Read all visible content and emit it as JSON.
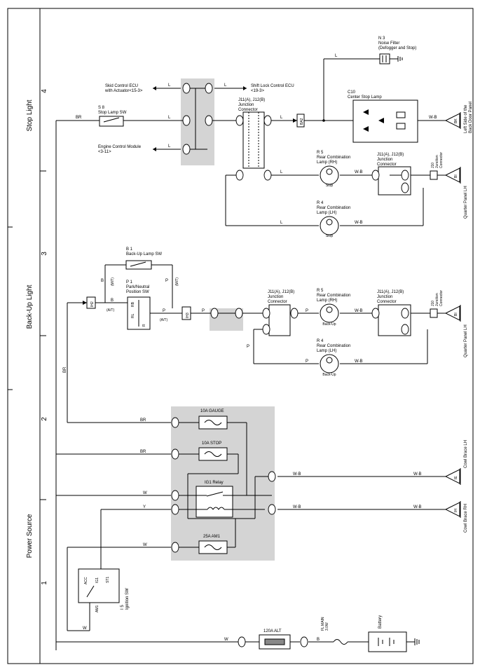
{
  "frame": {
    "sections": [
      "Stop Light",
      "Back-Up Light",
      "Power Source"
    ],
    "columns": [
      "4",
      "3",
      "2",
      "1"
    ]
  },
  "stop_light": {
    "skid_ecu": "Skid Control ECU\nwith Actuator<15-3>",
    "shift_lock_ecu": "Shift Lock Control ECU\n<19-3>",
    "engine_ecm": "Engine Control Module\n<3-11>",
    "stop_sw": "S 8\nStop Lamp SW",
    "noise_filter": "N 3\nNoise Filter\n(Defogger and Stop)",
    "center_stop": "C10\nCenter Stop Lamp",
    "junction": "J11(A), J12(B)\nJunction\nConnector",
    "rear_rh": "R 5\nRear Combination\nLamp (RH)",
    "rear_lh": "R 4\nRear Combination\nLamp (LH)",
    "lamp_label": "Stop",
    "j10": "J10\nJunction\nConnector",
    "ground_back_door": "Left Side of the\nBack Door Panel",
    "ground_quarter": "Quarter Panel LH",
    "ground_bk": "BK",
    "ground_bi": "BI",
    "wire_br": "BR",
    "wire_l": "L",
    "wire_wb": "W-B",
    "cn_ba2": "BA2"
  },
  "backup_light": {
    "backup_sw": "B 1\nBack-Up Lamp SW",
    "park_sw": "P 1\nPark/Neutral\nPosition SW",
    "junction": "J11(A), J12(B)\nJunction\nConnector",
    "rear_rh": "R 5\nRear Combination\nLamp (RH)",
    "rear_lh": "R 4\nRear Combination\nLamp (LH)",
    "lamp_label": "Back-Up",
    "j10": "J10\nJunction\nConnector",
    "ground_quarter": "Quarter Panel LH",
    "ground_bi": "BI",
    "mt": "(M/T)",
    "at": "(A/T)",
    "wire_b": "B",
    "wire_p": "P",
    "wire_br": "BR",
    "wire_wb": "W-B",
    "cn_ih2": "IH2",
    "cn_ih3": "IH3",
    "sw_rb": "RB",
    "sw_rl": "RL",
    "sw_r": "R"
  },
  "power_source": {
    "fuse_gauge": "10A GAUGE",
    "fuse_stop": "10A STOP",
    "ig1_relay": "IG1 Relay",
    "fuse_am1": "25A AM1",
    "ignition_sw": "I 5\nIgnition SW",
    "acc": "ACC",
    "ig1": "IG1",
    "st1": "ST1",
    "am1": "AM1",
    "alt": "120A ALT",
    "fl_main": "FL MAIN\n3.0W",
    "battery": "Battery",
    "cowl_lh": "Cowl Brace LH",
    "cowl_rh": "Cowl Brace RH",
    "ground_ie": "IE",
    "ground_ih": "IH",
    "wire_br": "BR",
    "wire_w": "W",
    "wire_y": "Y",
    "wire_b": "B",
    "wire_wb": "W-B"
  }
}
